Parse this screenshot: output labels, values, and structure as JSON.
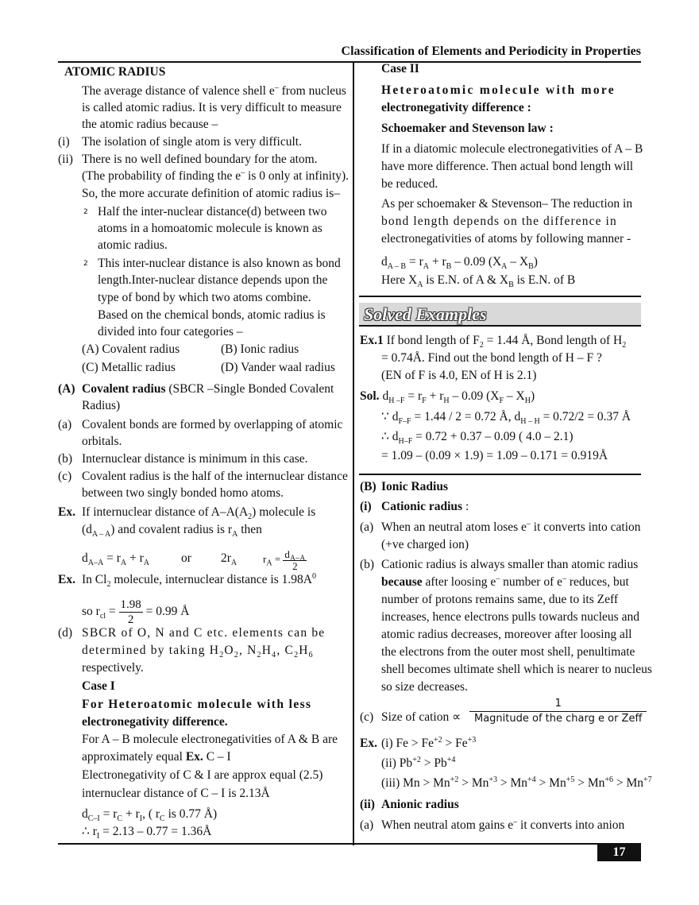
{
  "header": {
    "title": "Classification of Elements and Periodicity in Properties",
    "page": "17"
  },
  "left": {
    "heading": "ATOMIC RADIUS",
    "p1": [
      "The average distance of valence shell e",
      " from nucleus",
      "is called atomic radius. It is very difficult to measure",
      "the atomic radius because –"
    ],
    "i1": [
      "(i)",
      "The isolation of single atom is very difficult."
    ],
    "i2": [
      "(ii)",
      "There is no well defined boundary for the atom.",
      "(The probability of finding the e",
      " is 0 only at infinity).",
      "So, the more accurate definition of atomic radius is–"
    ],
    "bullet": "2",
    "b1": [
      "Half the inter-nuclear distance(d) between two",
      "atoms in a homoatomic molecule is known as",
      "atomic radius."
    ],
    "b2": [
      "This inter-nuclear distance is also known as bond",
      "length.Inter-nuclear distance depends upon the",
      "type of bond by which two atoms combine.",
      "Based on the chemical bonds, atomic radius is",
      "divided into four categories –"
    ],
    "cats": [
      "(A) Covalent radius",
      "(B) Ionic radius",
      "(C) Metallic radius",
      "(D) Vander waal radius"
    ],
    "A": [
      "(A)",
      "Covalent radius",
      " (SBCR –Single Bonded Covalent",
      "Radius)"
    ],
    "a": [
      "(a)",
      "Covalent bonds are formed by overlapping of atomic",
      "orbitals."
    ],
    "b": [
      "(b)",
      "Internuclear distance is minimum in this case."
    ],
    "c": [
      "(c)",
      "Covalent radius is the half of the internuclear distance",
      "between two singly bonded homo atoms."
    ],
    "ex1": [
      "Ex.",
      "If internuclear distance of A–A(A",
      "2",
      ") molecule is",
      "(d",
      "A – A",
      ") and covalent radius is r",
      "A",
      " then"
    ],
    "eq1": [
      "d",
      "A–A",
      " = r",
      "A",
      " + r",
      "A",
      "or",
      "2r",
      "A",
      "r",
      "A",
      " =",
      "d",
      "A–A",
      "2"
    ],
    "ex2": [
      "Ex.",
      "In Cl",
      "2",
      " molecule, internuclear distance is 1.98A",
      "0"
    ],
    "eq2": [
      "so r",
      "cl",
      " =",
      "1.98",
      "2",
      "= 0.99 Å"
    ],
    "d": [
      "(d)",
      "SBCR of O, N and C etc. elements can be",
      "determined by taking H",
      "2",
      "O",
      "2",
      ", N",
      "2",
      "H",
      "4",
      ", C",
      "2",
      "H",
      "6",
      "respectively."
    ],
    "case1": "Case I",
    "case1h": [
      "For Heteroatomic molecule with less",
      "electronegativity difference."
    ],
    "case1p": [
      "For A – B  molecule electronegativities of A & B are",
      "approximately equal ",
      "Ex.",
      " C – I",
      "Electronegativity of C & I are approx equal (2.5)",
      "internuclear distance of C – I is 2.13Å"
    ],
    "eq3": [
      "d",
      "C–I",
      " = r",
      "C",
      " + r",
      "I",
      ",  ( r",
      "C",
      " is 0.77 Å)"
    ],
    "eq4": [
      "∴  r",
      "I",
      " = 2.13 – 0.77 = 1.36Å"
    ]
  },
  "right": {
    "case2": "Case II",
    "case2h": [
      "Heteroatomic molecule with more",
      "electronegativity difference :"
    ],
    "law": "Schoemaker and Stevenson law :",
    "lawp": [
      "If in a diatomic molecule electronegativities of A – B",
      "have more difference. Then actual bond length will",
      "be reduced."
    ],
    "lawp2": [
      "As per schoemaker & Stevenson– The reduction in",
      "bond length depends on the difference in",
      "electronegativities of atoms by following manner -"
    ],
    "eq5": [
      "d",
      "A – B",
      "  = r",
      "A",
      "  + r",
      "B",
      "  – 0.09 (X",
      "A",
      " – X",
      "B",
      ")"
    ],
    "eq6": [
      "Here X",
      "A",
      " is E.N. of A & X",
      "B",
      " is E.N. of B"
    ],
    "solved": "Solved Examples",
    "ex1": [
      "Ex.1",
      " If bond length of F",
      "2",
      " = 1.44 Å, Bond length of H",
      "2",
      "= 0.74Å. Find out the bond length of H – F ?",
      "(EN of F is 4.0, EN of H is 2.1)"
    ],
    "sol": [
      "Sol.",
      " d",
      "H –F",
      "  = r",
      "F",
      " + r",
      "H",
      " – 0.09 (X",
      "F",
      " – X",
      "H",
      ")"
    ],
    "sol2": [
      "∵ d",
      "F–F",
      " = 1.44 / 2  =  0.72 Å, d",
      "H – H",
      " = 0.72/2 = 0.37 Å"
    ],
    "sol3": [
      "∴  d",
      "H–F",
      "  = 0.72 + 0.37 – 0.09 ( 4.0 – 2.1)"
    ],
    "sol4": "= 1.09 – (0.09 × 1.9) = 1.09 – 0.171 = 0.919Å",
    "B": [
      "(B)",
      "Ionic Radius"
    ],
    "i": [
      "(i)",
      "Cationic radius",
      " :"
    ],
    "ia": [
      "(a)",
      "When an neutral atom loses e",
      " it converts into cation",
      "(+ve charged ion)"
    ],
    "ib": [
      "(b)",
      "Cationic radius is always smaller than atomic radius",
      "because",
      " after loosing e",
      " number of e",
      " reduces, but",
      "number of protons remains same, due to its Zeff",
      "increases, hence electrons pulls towards nucleus and",
      "atomic radius decreases, moreover after loosing all",
      "the electrons from the outer most shell, penultimate",
      "shell becomes ultimate shell which is nearer to nucleus",
      "so size decreases."
    ],
    "ic": [
      "(c)",
      "Size of cation ∝",
      "1",
      "Magnitude of the charg e or Zeff"
    ],
    "ex": [
      "Ex.",
      "(i) Fe > Fe",
      "+2",
      "  > Fe",
      "+3",
      "(ii) Pb",
      "+2",
      " > Pb",
      "+4"
    ],
    "ex3": [
      "(iii) Mn > Mn",
      "+2",
      " > Mn",
      "+3",
      " > Mn",
      "+4",
      " > Mn",
      "+5",
      " > Mn",
      "+6",
      " > Mn",
      "+7"
    ],
    "ii": [
      "(ii)",
      "Anionic radius"
    ],
    "iia": [
      "(a)",
      "When neutral atom gains e",
      " it converts into anion"
    ],
    "minus": "–"
  }
}
